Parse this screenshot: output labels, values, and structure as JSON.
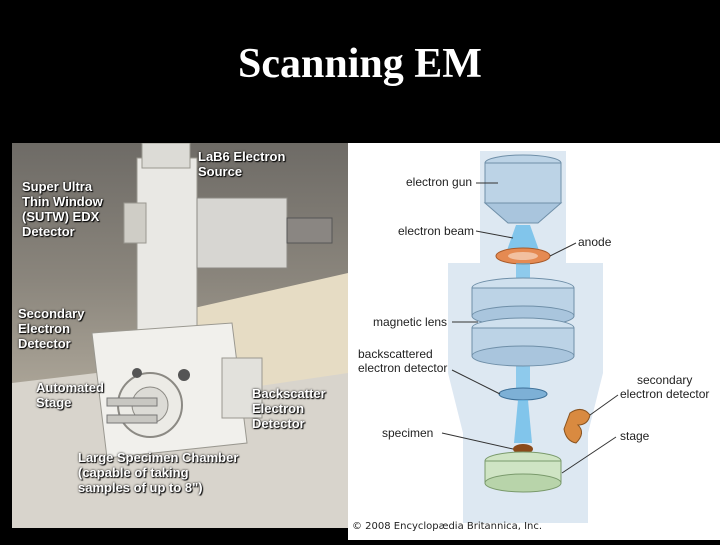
{
  "title": "Scanning EM",
  "photo_labels": {
    "lab6_source": "LaB6 Electron\nSource",
    "sutw_edx": "Super Ultra\nThin Window\n(SUTW) EDX\nDetector",
    "secondary_detector": "Secondary\nElectron\nDetector",
    "automated_stage": "Automated\nStage",
    "backscatter_detector": "Backscatter\nElectron\nDetector",
    "specimen_chamber": "Large Specimen Chamber\n(capable of taking\nsamples of up to 8\")"
  },
  "diagram_labels": {
    "electron_gun": "electron gun",
    "electron_beam": "electron beam",
    "anode": "anode",
    "magnetic_lens": "magnetic lens",
    "backscattered_detector": "backscattered\nelectron detector",
    "secondary_detector": "secondary\nelectron detector",
    "specimen": "specimen",
    "stage": "stage"
  },
  "copyright": "© 2008 Encyclopædia Britannica, Inc.",
  "colors": {
    "slide_background": "#000000",
    "component_blue": "#bcd3e6",
    "anode_orange": "#e58a52",
    "detector_orange": "#d98a40",
    "stage_green": "#cfe4c4",
    "beam_blue": "#5ab6e8"
  }
}
